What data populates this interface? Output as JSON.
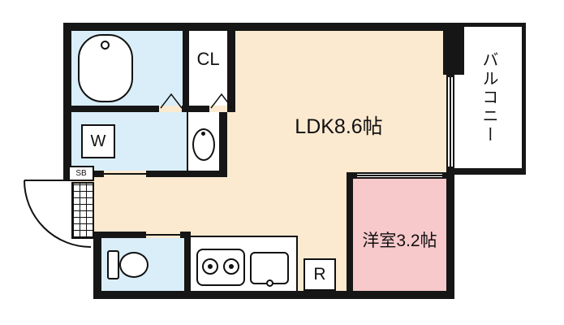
{
  "floorplan": {
    "rooms": {
      "ldk": {
        "label": "LDK8.6帖"
      },
      "western": {
        "label": "洋室3.2帖"
      },
      "balcony": {
        "label": "バルコニー"
      },
      "closet": {
        "label": "CL"
      },
      "washer": {
        "label": "W"
      },
      "shoe_box": {
        "label": "SB"
      },
      "refrigerator": {
        "label": "R"
      }
    },
    "colors": {
      "ldk_fill": "#fbead0",
      "wet_fill": "#d9eef8",
      "western_fill": "#f7c9cb",
      "wall": "#161616",
      "bg": "#ffffff"
    }
  }
}
